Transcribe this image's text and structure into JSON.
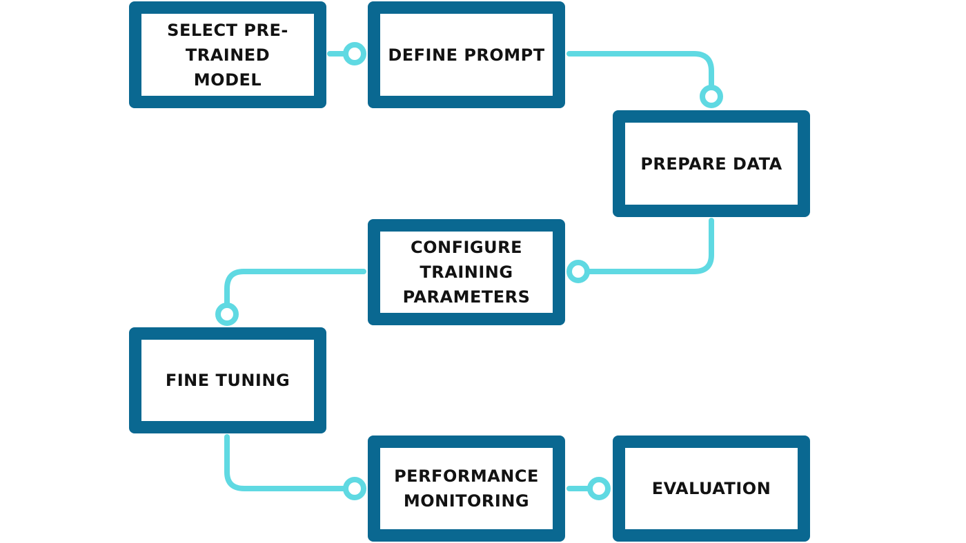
{
  "colors": {
    "box_border": "#0a6891",
    "connector": "#5fd9e2",
    "text": "#121212",
    "background": "#ffffff"
  },
  "steps": [
    {
      "id": "select-model",
      "label": "SELECT PRE-\nTRAINED\nMODEL"
    },
    {
      "id": "define-prompt",
      "label": "DEFINE PROMPT"
    },
    {
      "id": "prepare-data",
      "label": "PREPARE DATA"
    },
    {
      "id": "configure-training",
      "label": "CONFIGURE\nTRAINING\nPARAMETERS"
    },
    {
      "id": "fine-tuning",
      "label": "FINE TUNING"
    },
    {
      "id": "performance-monitoring",
      "label": "PERFORMANCE\nMONITORING"
    },
    {
      "id": "evaluation",
      "label": "EVALUATION"
    }
  ],
  "flow": [
    [
      "select-model",
      "define-prompt"
    ],
    [
      "define-prompt",
      "prepare-data"
    ],
    [
      "prepare-data",
      "configure-training"
    ],
    [
      "configure-training",
      "fine-tuning"
    ],
    [
      "fine-tuning",
      "performance-monitoring"
    ],
    [
      "performance-monitoring",
      "evaluation"
    ]
  ]
}
